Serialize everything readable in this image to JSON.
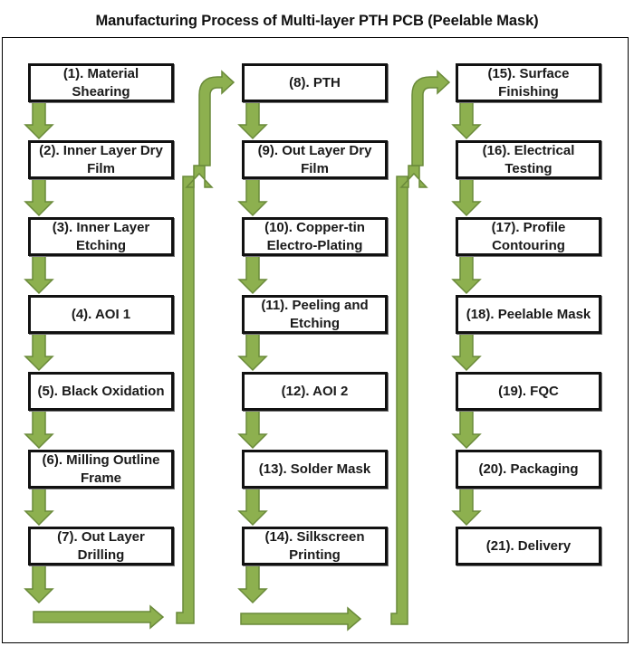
{
  "title": "Manufacturing Process of Multi-layer PTH PCB (Peelable Mask)",
  "colors": {
    "arrow_fill": "#8db04f",
    "arrow_stroke": "#6a8a3a",
    "box_border": "#111111",
    "text": "#1a1a1a"
  },
  "columns": [
    {
      "steps": [
        {
          "num": 1,
          "label": "(1). Material Shearing"
        },
        {
          "num": 2,
          "label": "(2). Inner Layer Dry Film"
        },
        {
          "num": 3,
          "label": "(3). Inner Layer Etching"
        },
        {
          "num": 4,
          "label": "(4). AOI 1"
        },
        {
          "num": 5,
          "label": "(5). Black Oxidation"
        },
        {
          "num": 6,
          "label": "(6). Milling Outline Frame"
        },
        {
          "num": 7,
          "label": "(7). Out Layer Drilling"
        }
      ]
    },
    {
      "steps": [
        {
          "num": 8,
          "label": "(8). PTH"
        },
        {
          "num": 9,
          "label": "(9). Out Layer Dry Film"
        },
        {
          "num": 10,
          "label": "(10). Copper-tin Electro-Plating"
        },
        {
          "num": 11,
          "label": "(11). Peeling and Etching"
        },
        {
          "num": 12,
          "label": "(12). AOI 2"
        },
        {
          "num": 13,
          "label": "(13). Solder Mask"
        },
        {
          "num": 14,
          "label": "(14). Silkscreen Printing"
        }
      ]
    },
    {
      "steps": [
        {
          "num": 15,
          "label": "(15). Surface Finishing"
        },
        {
          "num": 16,
          "label": "(16). Electrical Testing"
        },
        {
          "num": 17,
          "label": "(17). Profile Contouring"
        },
        {
          "num": 18,
          "label": "(18). Peelable Mask"
        },
        {
          "num": 19,
          "label": "(19). FQC"
        },
        {
          "num": 20,
          "label": "(20). Packaging"
        },
        {
          "num": 21,
          "label": "(21). Delivery"
        }
      ]
    }
  ],
  "flow": [
    {
      "from": 1,
      "to": 2
    },
    {
      "from": 2,
      "to": 3
    },
    {
      "from": 3,
      "to": 4
    },
    {
      "from": 4,
      "to": 5
    },
    {
      "from": 5,
      "to": 6
    },
    {
      "from": 6,
      "to": 7
    },
    {
      "from": 7,
      "to": 8
    },
    {
      "from": 8,
      "to": 9
    },
    {
      "from": 9,
      "to": 10
    },
    {
      "from": 10,
      "to": 11
    },
    {
      "from": 11,
      "to": 12
    },
    {
      "from": 12,
      "to": 13
    },
    {
      "from": 13,
      "to": 14
    },
    {
      "from": 14,
      "to": 15
    },
    {
      "from": 15,
      "to": 16
    },
    {
      "from": 16,
      "to": 17
    },
    {
      "from": 17,
      "to": 18
    },
    {
      "from": 18,
      "to": 19
    },
    {
      "from": 19,
      "to": 20
    },
    {
      "from": 20,
      "to": 21
    }
  ]
}
